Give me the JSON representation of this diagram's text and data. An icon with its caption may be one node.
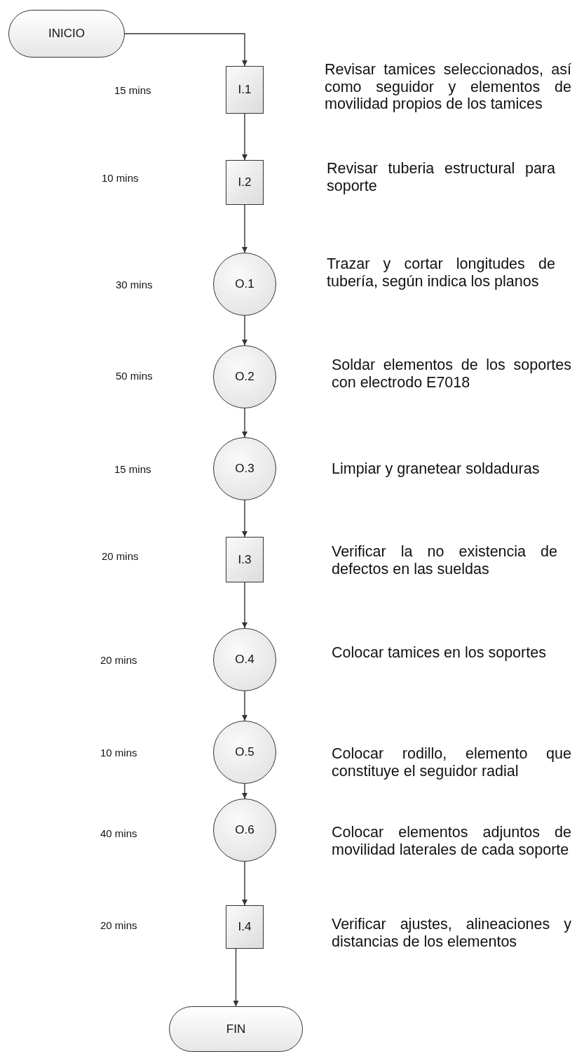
{
  "diagram": {
    "nodes": [
      {
        "text": [
          "INICIO"
        ]
      },
      {
        "text": [
          "I.1"
        ]
      },
      {
        "text": [
          "I.2"
        ]
      },
      {
        "text": [
          "O.1"
        ]
      },
      {
        "text": [
          "O.2"
        ]
      },
      {
        "text": [
          "O.3"
        ]
      },
      {
        "text": [
          "I.3"
        ]
      },
      {
        "text": [
          "O.4"
        ]
      },
      {
        "text": [
          "O.5"
        ]
      },
      {
        "text": [
          "O.6"
        ]
      },
      {
        "text": [
          "I.4"
        ]
      },
      {
        "text": [
          "FIN"
        ]
      }
    ],
    "edges": [
      {
        "from": 0,
        "to": 1,
        "arrow": "to"
      },
      {
        "from": 1,
        "to": 2,
        "arrow": "to"
      },
      {
        "from": 2,
        "to": 3,
        "arrow": "to"
      },
      {
        "from": 3,
        "to": 4,
        "arrow": "to"
      },
      {
        "from": 4,
        "to": 5,
        "arrow": "to"
      },
      {
        "from": 5,
        "to": 6,
        "arrow": "to"
      },
      {
        "from": 6,
        "to": 7,
        "arrow": "to"
      },
      {
        "from": 7,
        "to": 8,
        "arrow": "to"
      },
      {
        "from": 8,
        "to": 9,
        "arrow": "to"
      },
      {
        "from": 9,
        "to": 10,
        "arrow": "to"
      },
      {
        "from": 10,
        "to": 11,
        "arrow": "to"
      }
    ],
    "labels": [
      "Revisar tamices seleccionados, así como seguidor y elementos de movilidad propios de los tamices",
      "15 mins",
      "10 mins",
      "Revisar tuberia estructural para soporte",
      "Trazar y cortar longitudes de tubería, según indica los planos",
      "30 mins",
      "50 mins",
      "Soldar elementos de los soportes con electrodo E7018",
      "15 mins",
      "Limpiar y granetear soldaduras",
      "20 mins",
      "Verificar la no existencia de defectos en las sueldas",
      "20 mins",
      "Colocar tamices en los soportes",
      "10 mins",
      "Colocar rodillo, elemento que constituye el seguidor radial",
      "Colocar elementos adjuntos de movilidad laterales de cada soporte",
      "40 mins",
      "20 mins",
      "Verificar ajustes, alineaciones y distancias de los elementos"
    ]
  }
}
